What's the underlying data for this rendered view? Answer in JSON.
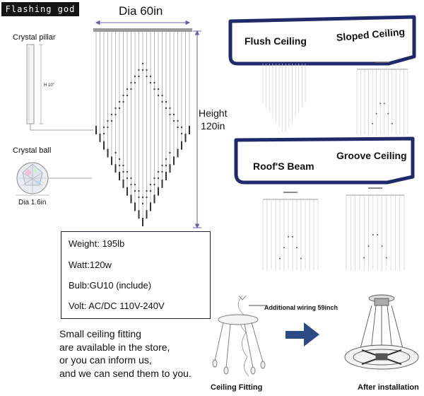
{
  "brand": {
    "label": "Flashing god"
  },
  "dimensions": {
    "diameter": "Dia 60in",
    "height_label": "Height",
    "height_value": "120in"
  },
  "pillar": {
    "title": "Crystal pillar",
    "height": "H 10\""
  },
  "ball": {
    "title": "Crystal ball",
    "diameter": "Dia 1.6in"
  },
  "specs": [
    "Weight: 195lb",
    "Watt:120w",
    "Bulb:GU10 (include)",
    "Volt: AC/DC 110V-240V"
  ],
  "promo": [
    "Small ceiling fitting",
    "are available in the store,",
    "or you can inform us,",
    "and we can send them to you."
  ],
  "mounting": {
    "flush": "Flush Ceiling",
    "sloped": "Sloped Ceiling",
    "beam": "Roof'S Beam",
    "groove": "Groove Ceiling"
  },
  "install": {
    "wiring": "Additional wiring 59inch",
    "fitting": "Ceiling Fitting",
    "after": "After installation"
  },
  "colors": {
    "banner_border": "#1f2a6b",
    "arrow": "#2b4a86",
    "dimension_line": "#6a5fa8"
  }
}
